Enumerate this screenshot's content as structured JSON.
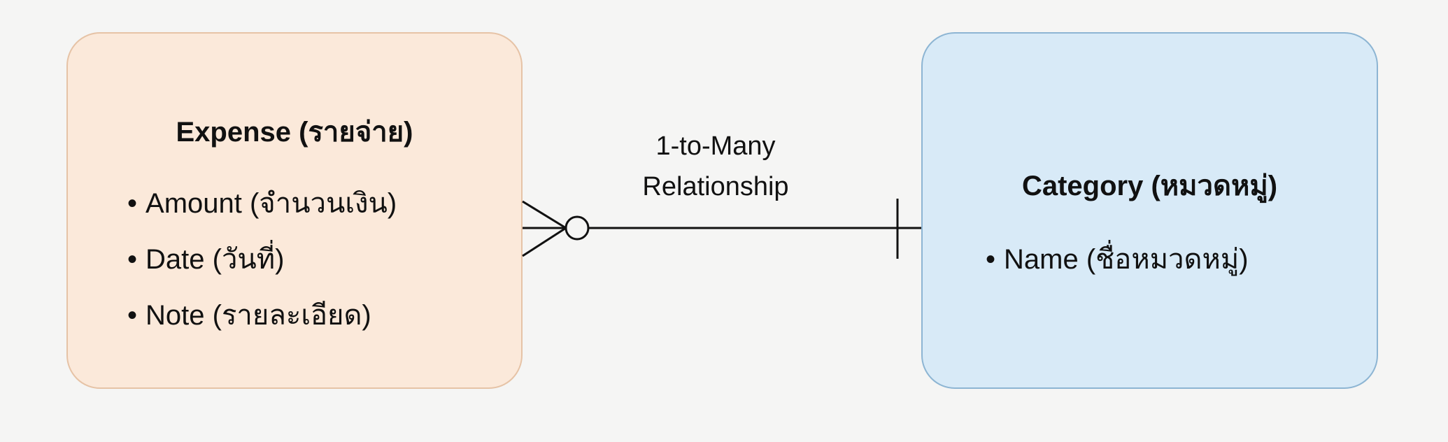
{
  "entities": {
    "expense": {
      "title": "Expense (รายจ่าย)",
      "attributes": [
        "Amount (จำนวนเงิน)",
        "Date (วันที่)",
        "Note (รายละเอียด)"
      ],
      "fill": "#fbe9da",
      "border": "#e6c3a6"
    },
    "category": {
      "title": "Category (หมวดหมู่)",
      "attributes": [
        "Name (ชื่อหมวดหมู่)"
      ],
      "fill": "#d8eaf7",
      "border": "#8db5d3"
    }
  },
  "relationship": {
    "line1": "1-to-Many",
    "line2": "Relationship",
    "many_side": "expense",
    "one_side": "category"
  },
  "bullet": "•"
}
